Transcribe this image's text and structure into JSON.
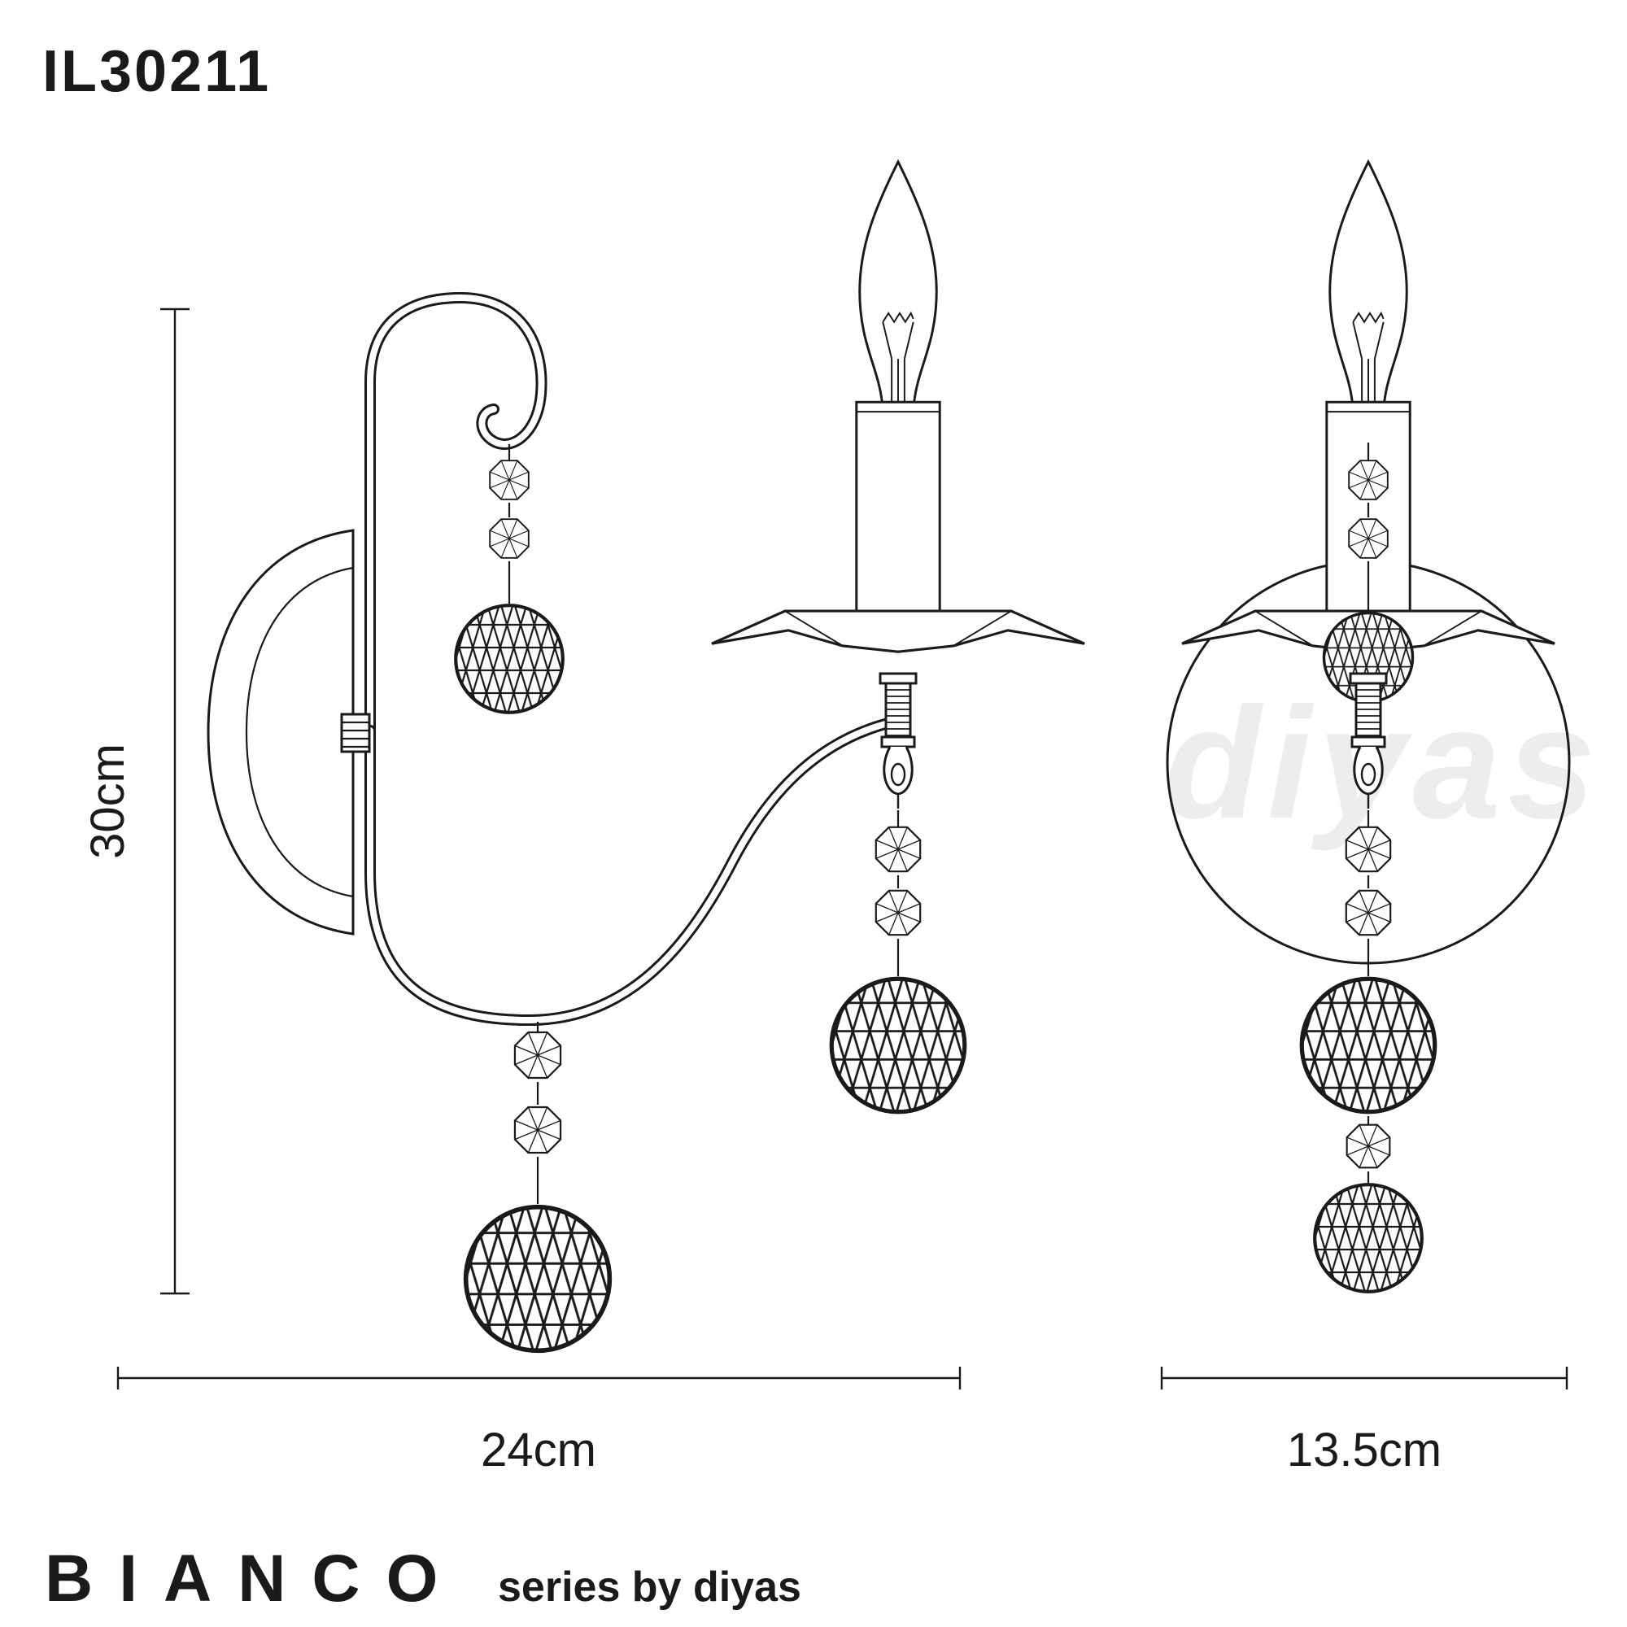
{
  "title": {
    "product_code": "IL30211"
  },
  "dimensions": {
    "height": "30cm",
    "width": "24cm",
    "depth": "13.5cm"
  },
  "brand": {
    "series": "BIANCO",
    "byline": "series by diyas"
  },
  "watermark": "diyas",
  "colors": {
    "line": "#1a1a1a",
    "background": "#ffffff",
    "watermark": "#ededed"
  }
}
